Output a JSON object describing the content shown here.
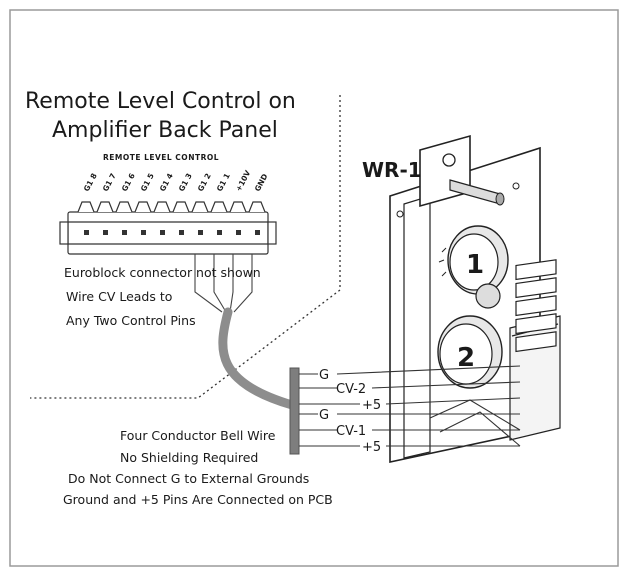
{
  "panel": {
    "title_line1": "Remote Level Control on",
    "title_line2": "Amplifier Back Panel",
    "connector_label": "REMOTE LEVEL CONTROL",
    "pin_labels": [
      "G1 8",
      "G1 7",
      "G1 6",
      "G1 5",
      "G1 4",
      "G1 3",
      "G1 2",
      "G1 1",
      "+10V",
      "GND"
    ]
  },
  "notes": {
    "line1": "Euroblock connector not shown",
    "line2": "Wire CV Leads to",
    "line3": "Any Two Control Pins"
  },
  "device": {
    "name": "WR-1",
    "knob1": "1",
    "knob2": "2"
  },
  "wires": {
    "labels": [
      "G",
      "CV-2",
      "+5",
      "G",
      "CV-1",
      "+5"
    ]
  },
  "bell_wire": {
    "line1": "Four Conductor Bell Wire",
    "line2": "No Shielding Required",
    "line3": "Do Not Connect G to External Grounds",
    "line4": "Ground and +5 Pins Are Connected on PCB"
  }
}
